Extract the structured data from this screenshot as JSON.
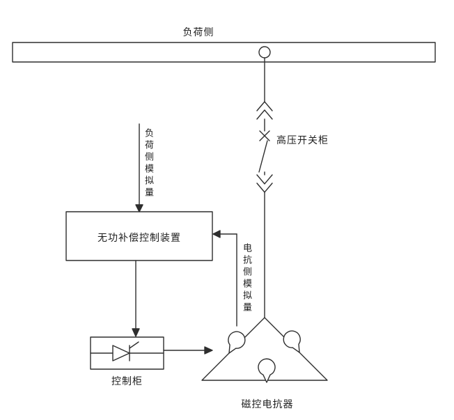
{
  "diagram": {
    "labels": {
      "bus": "负荷侧",
      "switchgear": "高压开关柜",
      "load_signal": "负荷侧模拟量",
      "controller": "无功补偿控制装置",
      "reactor_signal": "电抗侧模拟量",
      "control_cabinet": "控制柜",
      "reactor": "磁控电抗器"
    },
    "colors": {
      "line": "#2e2e2e",
      "background": "#ffffff"
    }
  }
}
